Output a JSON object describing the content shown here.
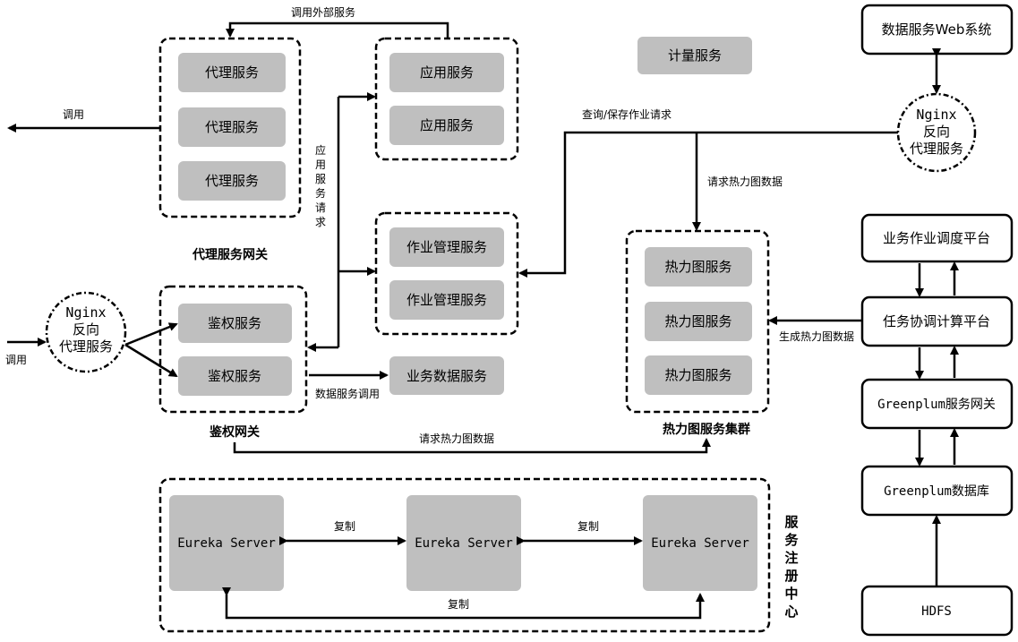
{
  "proxy_gateway": {
    "title": "代理服务网关",
    "services": [
      "代理服务",
      "代理服务",
      "代理服务"
    ]
  },
  "app_group": {
    "services": [
      "应用服务",
      "应用服务"
    ]
  },
  "metering": {
    "label": "计量服务"
  },
  "job_group": {
    "services": [
      "作业管理服务",
      "作业管理服务"
    ]
  },
  "auth_gateway": {
    "title": "鉴权网关",
    "services": [
      "鉴权服务",
      "鉴权服务"
    ]
  },
  "business_data": {
    "label": "业务数据服务"
  },
  "heatmap_cluster": {
    "title": "热力图服务集群",
    "services": [
      "热力图服务",
      "热力图服务",
      "热力图服务"
    ]
  },
  "nginx_left": {
    "line1": "Nginx",
    "line2": "反向",
    "line3": "代理服务"
  },
  "nginx_right": {
    "line1": "Nginx",
    "line2": "反向",
    "line3": "代理服务"
  },
  "right_column": {
    "web_system": "数据服务Web系统",
    "scheduling": "业务作业调度平台",
    "task_coord": "任务协调计算平台",
    "gp_gateway": "Greenplum服务网关",
    "gp_db": "Greenplum数据库",
    "hdfs": "HDFS"
  },
  "registry": {
    "title_chars": [
      "服",
      "务",
      "注",
      "册",
      "中",
      "心"
    ],
    "servers": [
      "Eureka Server",
      "Eureka Server",
      "Eureka Server"
    ],
    "replicate_1": "复制",
    "replicate_2": "复制",
    "replicate_3": "复制"
  },
  "edge_labels": {
    "call_external": "调用外部服务",
    "call_left": "调用",
    "call_in": "调用",
    "app_request_chars": [
      "应",
      "用",
      "服",
      "务",
      "请",
      "求"
    ],
    "query_save": "查询/保存作业请求",
    "request_heatmap_top": "请求热力图数据",
    "generate_heatmap": "生成热力图数据",
    "data_service_call": "数据服务调用",
    "request_heatmap_bottom": "请求热力图数据"
  }
}
